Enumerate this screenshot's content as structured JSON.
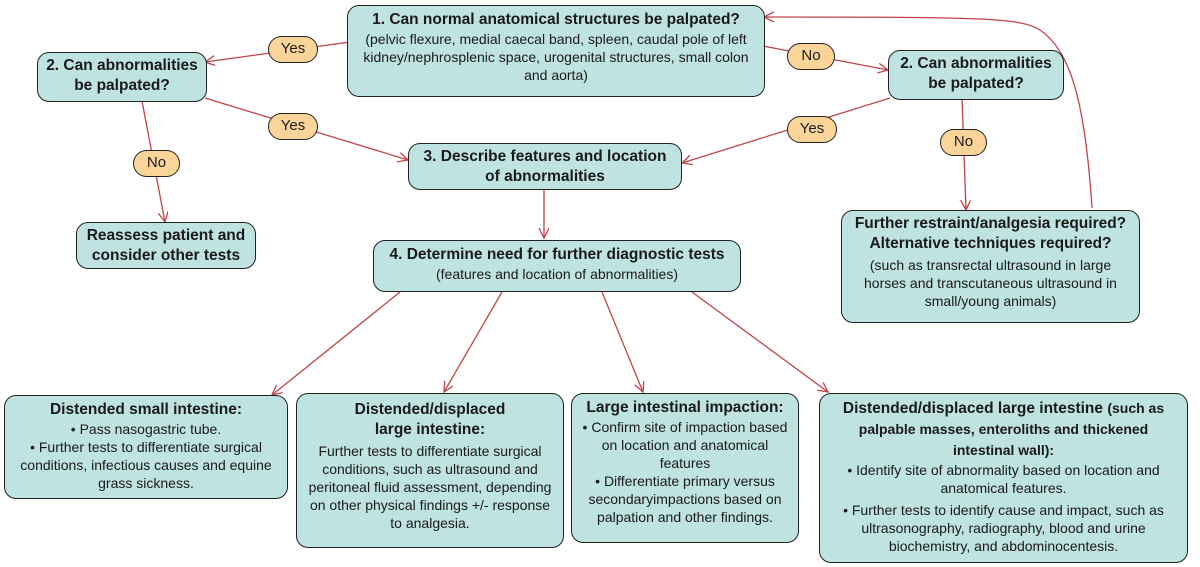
{
  "colors": {
    "node_fill": "#bfe3e0",
    "edge_label_fill": "#fbd49a",
    "arrow": "#c0444a",
    "border": "#222222"
  },
  "nodes": {
    "q1": {
      "title": "1. Can normal anatomical structures be palpated?",
      "detail": "(pelvic flexure, medial caecal band, spleen, caudal pole of left kidney/nephrosplenic space, urogenital structures, small colon and aorta)"
    },
    "q2_left": {
      "title": "2. Can abnormalities be palpated?"
    },
    "q2_right": {
      "title": "2. Can abnormalities be palpated?"
    },
    "describe": {
      "title": "3. Describe features and location of abnormalities"
    },
    "reassess": {
      "title": "Reassess patient and consider other tests"
    },
    "further_restraint": {
      "title_line1": "Further restraint/analgesia required?",
      "title_line2": "Alternative techniques required?",
      "detail": "(such as transrectal ultrasound in large horses and transcutaneous ultrasound in small/young animals)"
    },
    "determine": {
      "title": "4. Determine need for further diagnostic tests",
      "detail": "(features and location of abnormalities)"
    },
    "small_intestine": {
      "title": "Distended small intestine:",
      "items": [
        "Pass nasogastric tube.",
        "Further tests to differentiate surgical conditions, infectious causes and equine grass sickness."
      ]
    },
    "large_intestine": {
      "title": "Distended/displaced large intestine:",
      "detail": "Further tests to differentiate surgical conditions, such as ultrasound and peritoneal fluid assessment, depending on other physical findings +/- response to analgesia."
    },
    "impaction": {
      "title": "Large intestinal impaction:",
      "items": [
        "Confirm site of impaction based on location and anatomical features",
        "Differentiate primary versus secondaryimpactions based on palpation and other findings."
      ]
    },
    "masses": {
      "title": "Distended/displaced large intestine",
      "title_extra": "(such as palpable masses, enteroliths and thickened intestinal wall):",
      "items": [
        "Identify site of abnormality based on location and anatomical features.",
        "Further tests to identify cause and impact, such as ultrasonography, radiography, blood and urine biochemistry, and abdominocentesis."
      ]
    }
  },
  "edge_labels": {
    "yes_left": "Yes",
    "no_right": "No",
    "no_left": "No",
    "yes_middle": "Yes",
    "yes_right": "Yes",
    "no_right_down": "No"
  }
}
